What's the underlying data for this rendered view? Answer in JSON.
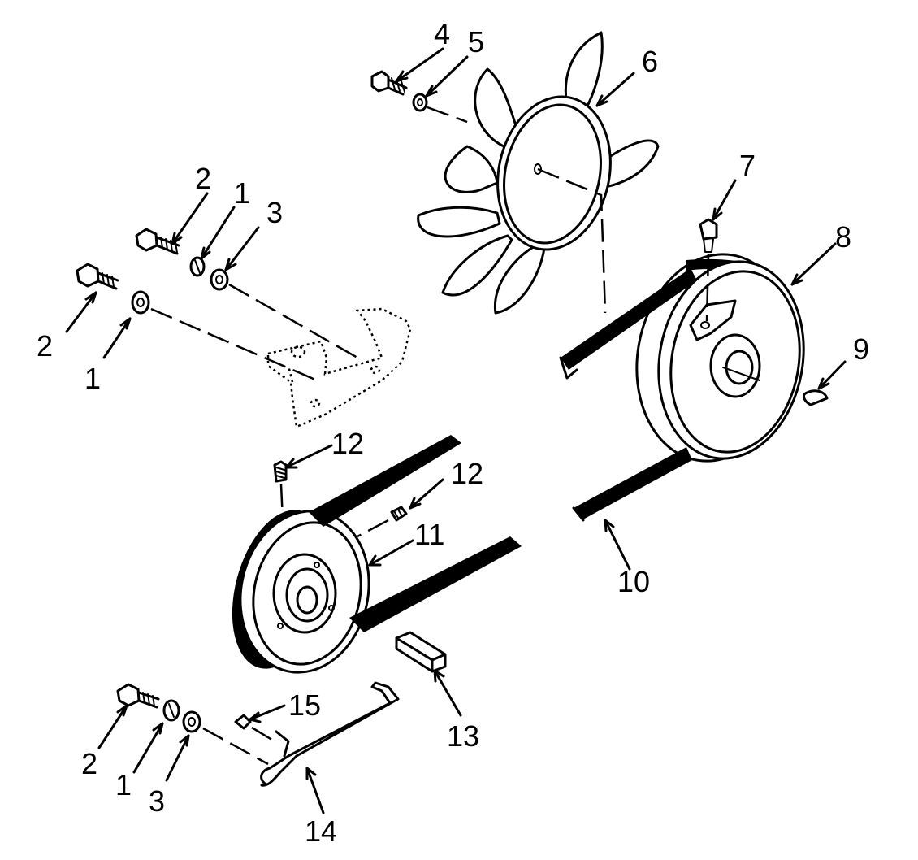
{
  "callouts": [
    {
      "id": "c4",
      "text": "4"
    },
    {
      "id": "c5",
      "text": "5"
    },
    {
      "id": "c6",
      "text": "6"
    },
    {
      "id": "c7",
      "text": "7"
    },
    {
      "id": "c8",
      "text": "8"
    },
    {
      "id": "c9",
      "text": "9"
    },
    {
      "id": "c10",
      "text": "10"
    },
    {
      "id": "c2a",
      "text": "2"
    },
    {
      "id": "c1a",
      "text": "1"
    },
    {
      "id": "c3a",
      "text": "3"
    },
    {
      "id": "c2b",
      "text": "2"
    },
    {
      "id": "c1b",
      "text": "1"
    },
    {
      "id": "c12a",
      "text": "12"
    },
    {
      "id": "c12b",
      "text": "12"
    },
    {
      "id": "c11",
      "text": "11"
    },
    {
      "id": "c13",
      "text": "13"
    },
    {
      "id": "c15",
      "text": "15"
    },
    {
      "id": "c2c",
      "text": "2"
    },
    {
      "id": "c1c",
      "text": "1"
    },
    {
      "id": "c3c",
      "text": "3"
    },
    {
      "id": "c14",
      "text": "14"
    }
  ]
}
